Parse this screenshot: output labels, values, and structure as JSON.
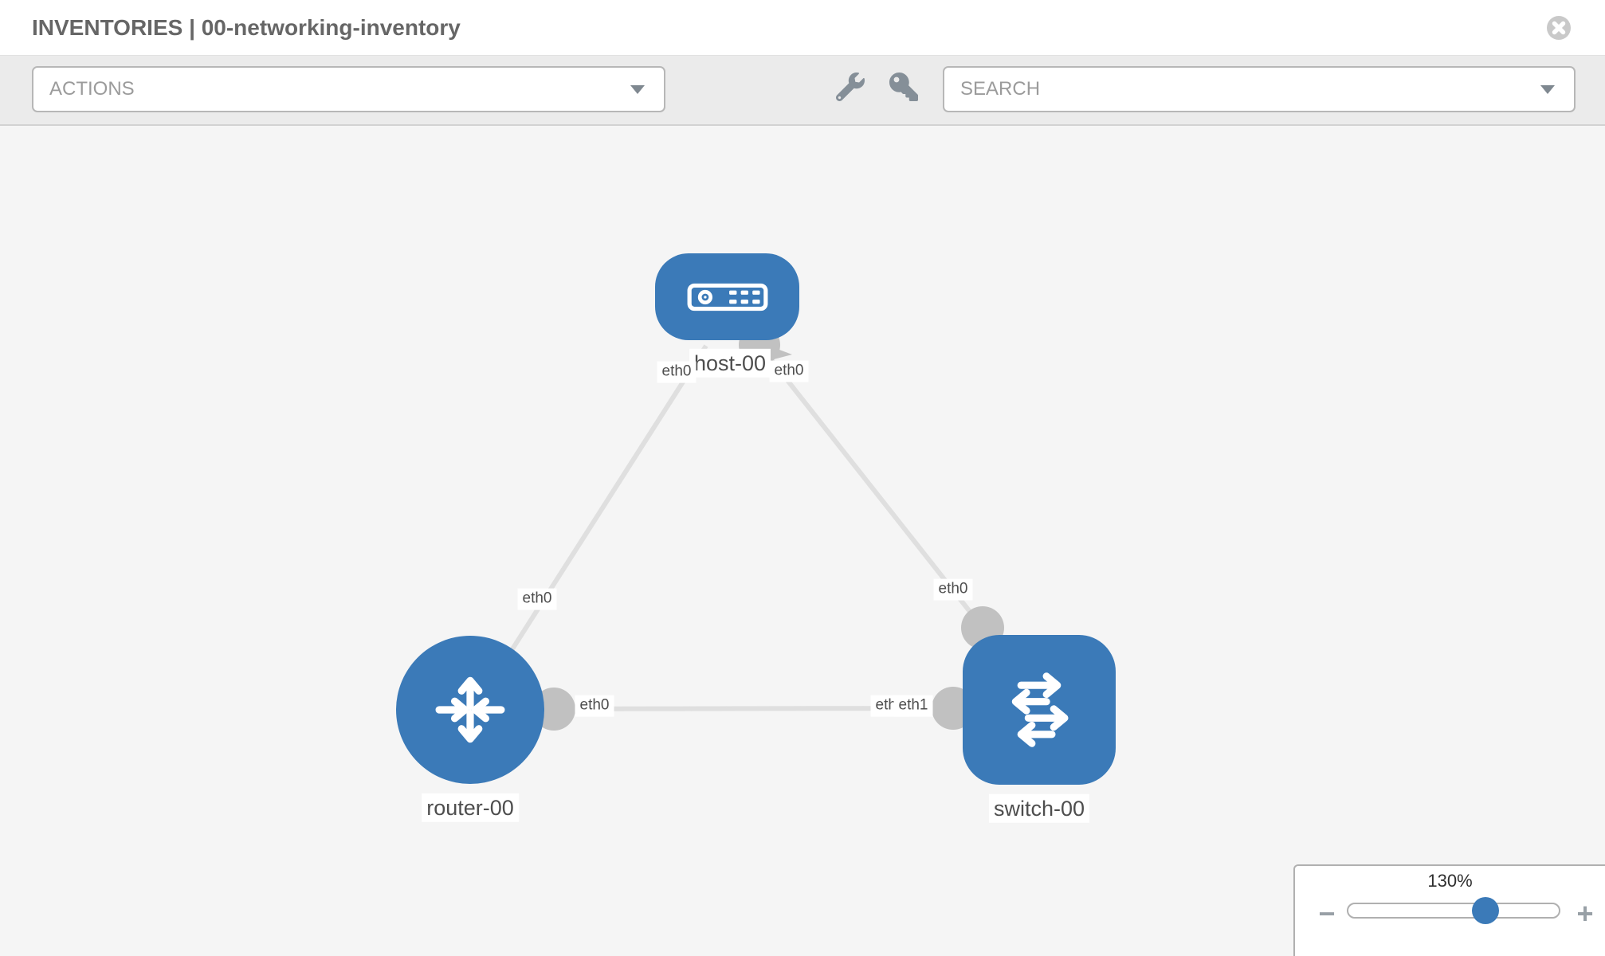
{
  "header": {
    "title": "INVENTORIES | 00-networking-inventory"
  },
  "toolbar": {
    "actions_placeholder": "ACTIONS",
    "search_placeholder": "SEARCH"
  },
  "icons": {
    "close": "circle-with-x",
    "actions_caret": "triangle-down",
    "search_caret": "triangle-down",
    "wrench": "wrench",
    "key": "key",
    "host": "server-device",
    "router": "four-arrows-cross",
    "switch": "alternating-horizontal-arrows"
  },
  "graph": {
    "nodes": [
      {
        "label": "host-00",
        "type": "host"
      },
      {
        "label": "router-00",
        "type": "router"
      },
      {
        "label": "switch-00",
        "type": "switch"
      }
    ],
    "edges": [
      {
        "from": "host-00",
        "to": "router-00",
        "from_interface": "eth0",
        "to_interface": "eth0"
      },
      {
        "from": "host-00",
        "to": "switch-00",
        "from_interface": "eth0",
        "to_interface": "eth0"
      },
      {
        "from": "router-00",
        "to": "switch-00",
        "from_interface": "eth0",
        "to_interface": "eth1"
      }
    ],
    "interface_labels": {
      "host_eth_left": "eth0",
      "host_eth_right": "eth0",
      "host_router_mid": "eth0",
      "host_switch_mid": "eth0",
      "router_eth": "eth0",
      "switch_eth_under": "eth0",
      "switch_eth_over": "eth1"
    }
  },
  "zoom_control": {
    "level": "130%",
    "percent": 130,
    "minus_label": "−",
    "plus_label": "+"
  },
  "colors": {
    "node_blue": "#3b7ab8",
    "endpoint_gray": "#c1c1c1",
    "edge_gray": "#dfdfdf",
    "canvas_bg": "#f5f5f5",
    "toolbar_bg": "#ebebeb",
    "title_text": "#666666"
  }
}
